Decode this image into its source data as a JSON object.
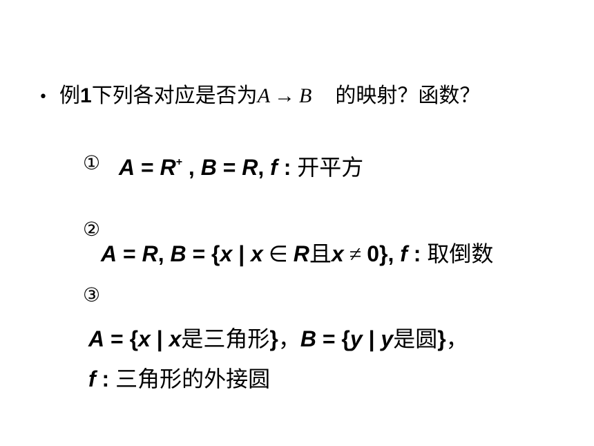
{
  "bullet": "•",
  "title": {
    "prefix_cjk": "例",
    "number": "1",
    "rest_cjk": "下列各对应是否为",
    "A": "A",
    "arrow": "→",
    "B": "B",
    "suffix_cjk": "的映射？函数？"
  },
  "item1": {
    "marker": "①",
    "A": "A",
    "eq1": " = ",
    "R": "R",
    "sup": "+",
    "comma1": " , ",
    "B": "B",
    "eq2": " = ",
    "R2": "R",
    "comma2": ", ",
    "f": "f",
    "colon": " : ",
    "desc": "开平方"
  },
  "item2": {
    "marker": "②",
    "A": "A",
    "eq1": " = ",
    "R": "R",
    "comma1": ", ",
    "B": "B",
    "eq2": " = {",
    "x1": "x",
    "bar": " | ",
    "x2": "x",
    "in": " ∈ ",
    "R2": "R",
    "and": "且",
    "x3": "x",
    "neq": " ≠ ",
    "zero": "0},",
    "f": " f",
    "colon": " : ",
    "desc": "取倒数"
  },
  "item3": {
    "marker": "③",
    "A": "A",
    "eq1": " = {",
    "x1": "x",
    "bar1": " | ",
    "x2": "x",
    "desc1": "是三角形",
    "close1": "}",
    "sep": "，",
    "B": "B",
    "eq2": " = {",
    "y1": "y",
    "bar2": " | ",
    "y2": "y",
    "desc2": "是圆",
    "close2": "}",
    "sep2": "，",
    "f": "f",
    "colon": " : ",
    "desc3": "三角形的外接圆"
  }
}
